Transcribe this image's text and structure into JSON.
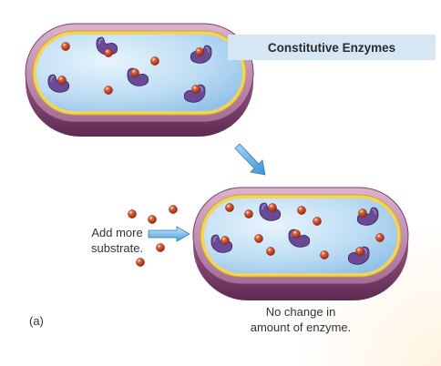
{
  "title": "Constitutive Enzymes",
  "annotation_add": [
    "Add more",
    "substrate."
  ],
  "annotation_result": [
    "No change in",
    "amount of enzyme."
  ],
  "panel_label": "(a)",
  "colors": {
    "cell_wall": "#8e4f7e",
    "membrane": "#f2d35c",
    "cytoplasm": "#bcdcf3",
    "substrate": "#c9452b",
    "enzyme": "#6a4a95",
    "arrow": "#5aaee3",
    "title_bar": "#d6e6f3"
  }
}
